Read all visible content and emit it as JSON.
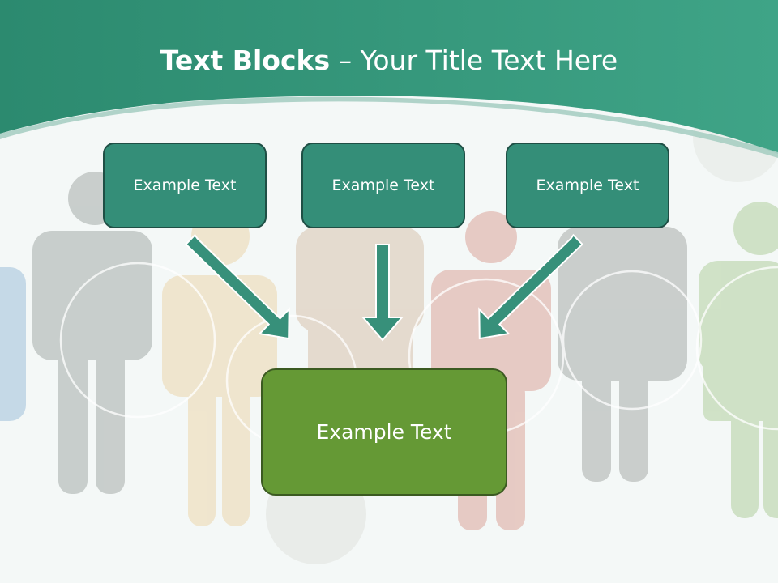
{
  "title": {
    "bold": "Text Blocks",
    "dash": " – ",
    "rest": "Your Title Text Here"
  },
  "boxes": {
    "top": [
      "Example Text",
      "Example Text",
      "Example Text"
    ],
    "bottom": "Example Text"
  },
  "colors": {
    "header": "#2e8e72",
    "top_box": "#348e78",
    "bottom_box": "#659935",
    "arrow": "#37907a"
  }
}
